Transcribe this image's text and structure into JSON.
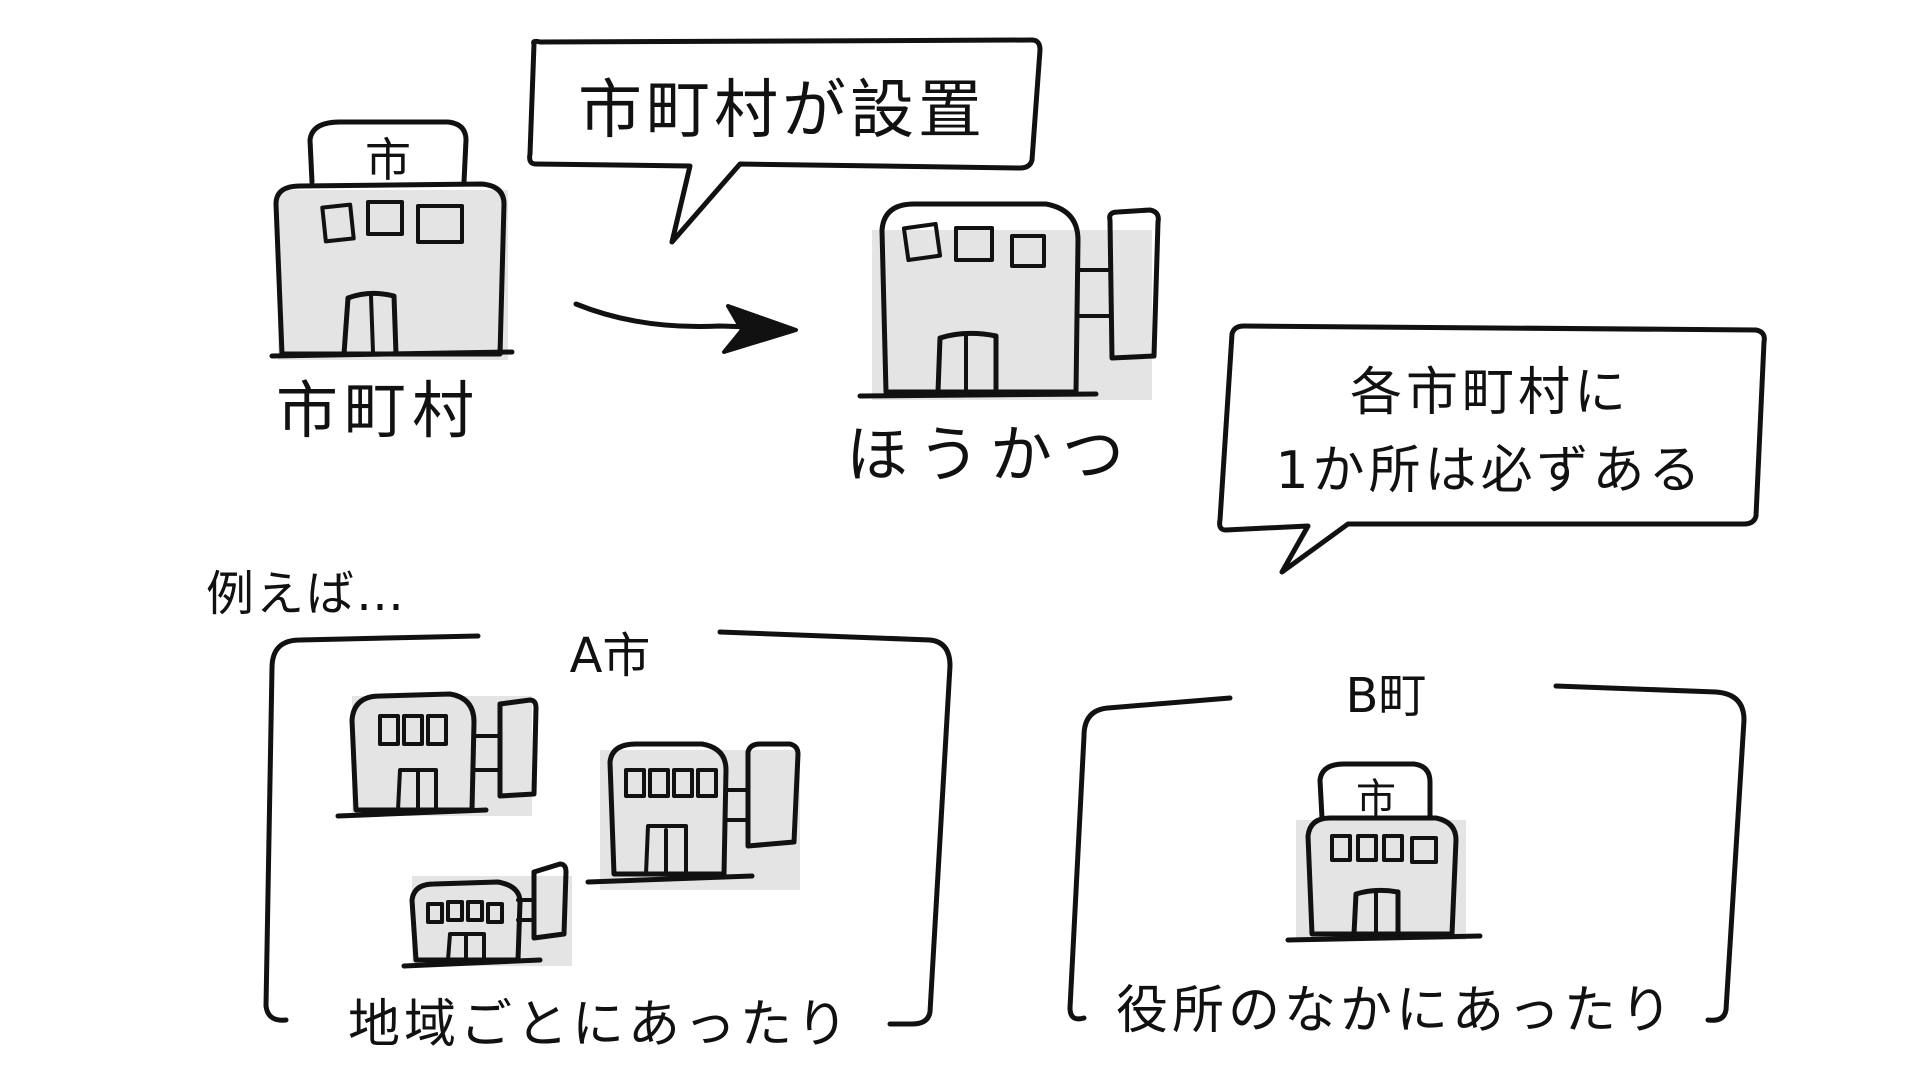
{
  "labels": {
    "municipality": "市町村",
    "houkatsu": "ほうかつ",
    "for_example": "例えば…",
    "city_a": "A市",
    "town_b": "B町",
    "city_a_note": "地域ごとにあったり",
    "town_b_note": "役所のなかにあったり"
  },
  "bubbles": {
    "established_by": "市町村が設置",
    "one_each_line1": "各市町村に",
    "one_each_line2": "1か所は必ずある"
  },
  "sign": {
    "city_sign": "市"
  },
  "colors": {
    "building_fill": "#cfcfcf",
    "window_fill": "#8fd0f2",
    "ink": "#111111",
    "shadow": "#d9d9d9"
  }
}
